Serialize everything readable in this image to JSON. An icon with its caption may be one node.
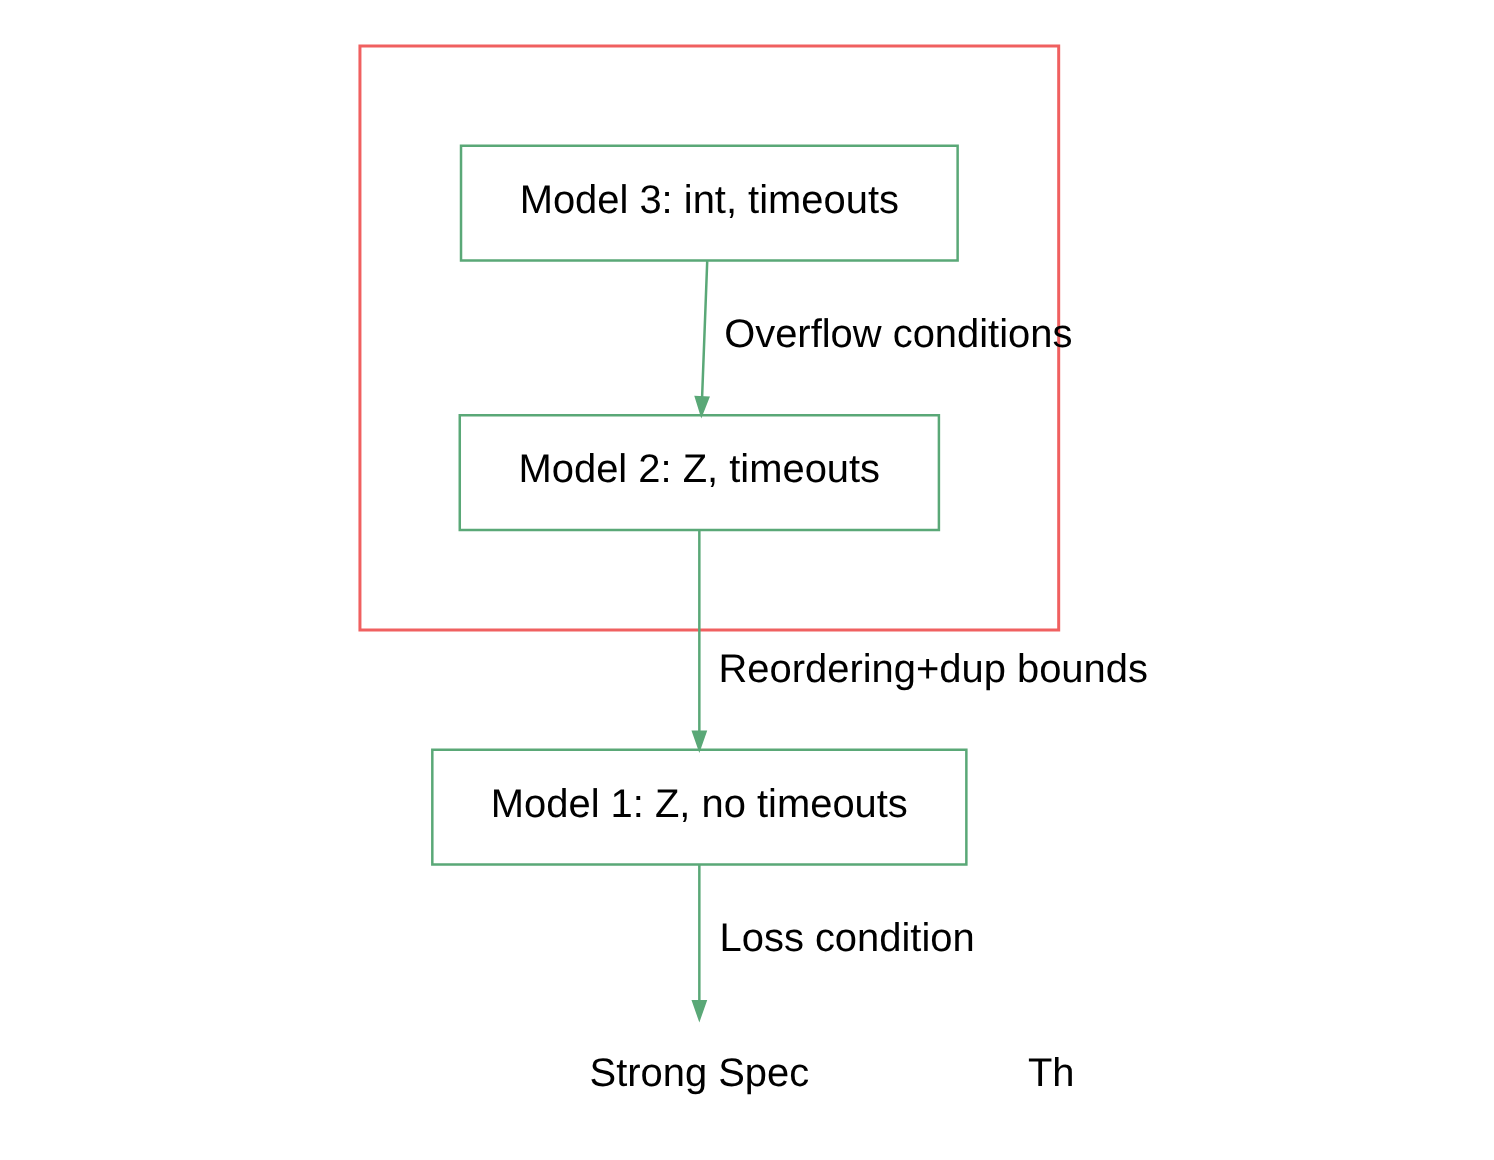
{
  "diagram": {
    "nodes": [
      {
        "text": [],
        "shape": "box"
      },
      {
        "text": [
          "Model 3: int, timeouts"
        ],
        "in": 0
      },
      {
        "text": [
          "Model 2: Z, timeouts"
        ],
        "in": 0
      },
      {
        "text": [
          "Model 1: Z, no timeouts"
        ]
      },
      {
        "text": [
          "Strong Spec"
        ]
      }
    ],
    "edges": [
      {
        "from": 1,
        "to": 2,
        "arrow": "to",
        "label": "Overflow conditions"
      },
      {
        "from": 2,
        "to": 3,
        "arrow": "to",
        "label": "Reordering+dup bounds"
      },
      {
        "from": 3,
        "to": 4,
        "arrow": "to",
        "label": "Loss condition"
      }
    ],
    "labels": [
      "Th"
    ]
  }
}
